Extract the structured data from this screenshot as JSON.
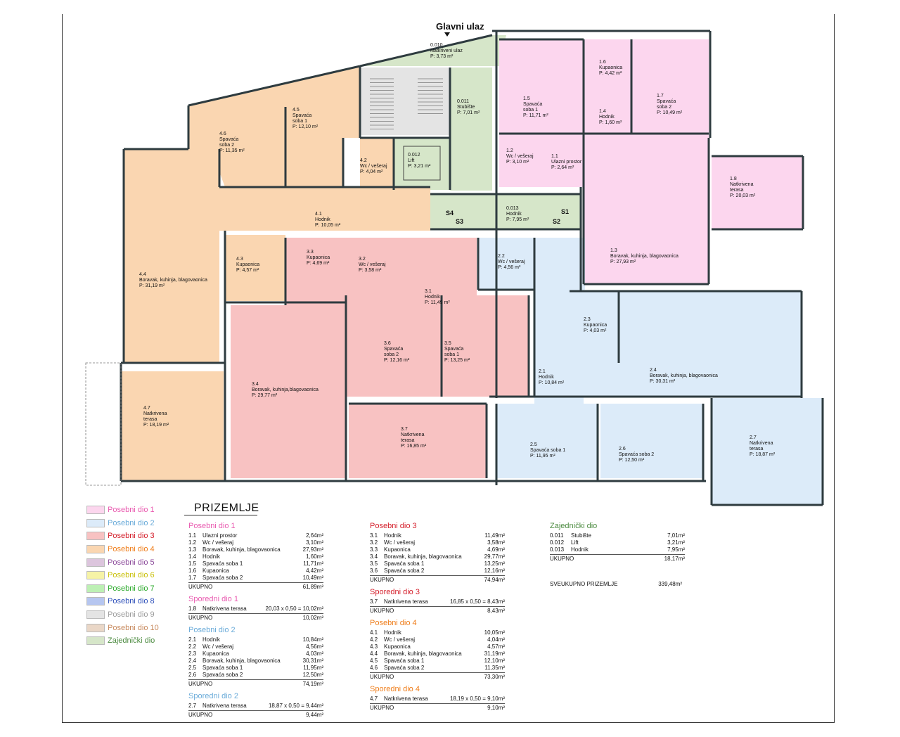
{
  "colors": {
    "pd1": "#fcd6ee",
    "pd2": "#dcebf9",
    "pd3": "#f8c2c2",
    "pd4": "#fad6b1",
    "pd5": "#dcc5dd",
    "pd6": "#f6f3a6",
    "pd7": "#bdf0b4",
    "pd8": "#b6c6f0",
    "pd9": "#e4e4e4",
    "pd10": "#ead7c7",
    "zaj": "#d6e6c9",
    "text1": "#e95bb0",
    "text2": "#6aabd9",
    "text3": "#d41e2a",
    "text4": "#ef7d1a",
    "text5": "#8b4a9a",
    "text6": "#c9c00a",
    "text7": "#2aa92a",
    "text8": "#2d4fb9",
    "text9": "#9b9b9b",
    "text10": "#c88a5e",
    "textzaj": "#4c8b40"
  },
  "plan": {
    "entrance_label": "Glavni ulaz",
    "rooms": [
      {
        "lines": [
          "0.010",
          "Natkriveni ulaz",
          "P: 3,73 m²"
        ]
      },
      {
        "lines": [
          "0.011",
          "Stubište",
          "P: 7,01 m²"
        ]
      },
      {
        "lines": [
          "0.012",
          "Lift",
          "P: 3,21 m²"
        ]
      },
      {
        "lines": [
          "0.013",
          "Hodnik",
          "P: 7,95 m²"
        ]
      },
      {
        "lines": [
          "1.1",
          "Ulazni prostor",
          "P: 2,64 m²"
        ]
      },
      {
        "lines": [
          "1.2",
          "Wc / vešeraj",
          "P: 3,10 m²"
        ]
      },
      {
        "lines": [
          "1.3",
          "Boravak, kuhinja, blagovaonica",
          "P: 27,93 m²"
        ]
      },
      {
        "lines": [
          "1.4",
          "Hodnik",
          "P: 1,60 m²"
        ]
      },
      {
        "lines": [
          "1.5",
          "Spavaća",
          "soba 1",
          "P: 11,71 m²"
        ]
      },
      {
        "lines": [
          "1.6",
          "Kupaonica",
          "P: 4,42 m²"
        ]
      },
      {
        "lines": [
          "1.7",
          "Spavaća",
          "soba 2",
          "P: 10,49 m²"
        ]
      },
      {
        "lines": [
          "1.8",
          "Natkrivena",
          "terasa",
          "P: 20,03 m²"
        ]
      },
      {
        "lines": [
          "2.1",
          "Hodnik",
          "P: 10,84 m²"
        ]
      },
      {
        "lines": [
          "2.2",
          "Wc / vešeraj",
          "P: 4,56 m²"
        ]
      },
      {
        "lines": [
          "2.3",
          "Kupaonica",
          "P: 4,03 m²"
        ]
      },
      {
        "lines": [
          "2.4",
          "Boravak, kuhinja, blagovaonica",
          "P: 30,31 m²"
        ]
      },
      {
        "lines": [
          "2.5",
          "Spavaća soba 1",
          "P: 11,95 m²"
        ]
      },
      {
        "lines": [
          "2.6",
          "Spavaća soba 2",
          "P: 12,50 m²"
        ]
      },
      {
        "lines": [
          "2.7",
          "Natkrivena",
          "terasa",
          "P: 18,87 m²"
        ]
      },
      {
        "lines": [
          "3.1",
          "Hodnik",
          "P: 11,49 m²"
        ]
      },
      {
        "lines": [
          "3.2",
          "Wc / vešeraj",
          "P: 3,58 m²"
        ]
      },
      {
        "lines": [
          "3.3",
          "Kupaonica",
          "P: 4,69 m²"
        ]
      },
      {
        "lines": [
          "3.4",
          "Boravak, kuhinja,blagovaonica",
          "P: 29,77 m²"
        ]
      },
      {
        "lines": [
          "3.5",
          "Spavaća",
          "soba 1",
          "P: 13,25 m²"
        ]
      },
      {
        "lines": [
          "3.6",
          "Spavaća",
          "soba 2",
          "P: 12,16 m²"
        ]
      },
      {
        "lines": [
          "3.7",
          "Natkrivena",
          "terasa",
          "P: 16,85 m²"
        ]
      },
      {
        "lines": [
          "4.1",
          "Hodnik",
          "P: 10,05 m²"
        ]
      },
      {
        "lines": [
          "4.2",
          "Wc / vešeraj",
          "P: 4,04 m²"
        ]
      },
      {
        "lines": [
          "4.3",
          "Kupaonica",
          "P: 4,57 m²"
        ]
      },
      {
        "lines": [
          "4.4",
          "Boravak, kuhinja, blagovaonica",
          "P: 31,19 m²"
        ]
      },
      {
        "lines": [
          "4.5",
          "Spavaća",
          "soba 1",
          "P: 12,10 m²"
        ]
      },
      {
        "lines": [
          "4.6",
          "Spavaća",
          "soba 2",
          "P: 11,35 m²"
        ]
      },
      {
        "lines": [
          "4.7",
          "Natkrivena",
          "terasa",
          "P: 18,19 m²"
        ]
      }
    ],
    "marks": [
      "S1",
      "S2",
      "S3",
      "S4"
    ]
  },
  "legend": [
    {
      "label": "Posebni dio 1",
      "color": "#fcd6ee",
      "text": "#e95bb0"
    },
    {
      "label": "Posebni dio 2",
      "color": "#dcebf9",
      "text": "#6aabd9"
    },
    {
      "label": "Posebni dio 3",
      "color": "#f8c2c2",
      "text": "#d41e2a"
    },
    {
      "label": "Posebni dio 4",
      "color": "#fad6b1",
      "text": "#ef7d1a"
    },
    {
      "label": "Posebni dio 5",
      "color": "#dcc5dd",
      "text": "#8b4a9a"
    },
    {
      "label": "Posebni dio 6",
      "color": "#f6f3a6",
      "text": "#c9c00a"
    },
    {
      "label": "Posebni dio 7",
      "color": "#bdf0b4",
      "text": "#2aa92a"
    },
    {
      "label": "Posebni dio 8",
      "color": "#b6c6f0",
      "text": "#2d4fb9"
    },
    {
      "label": "Posebni dio 9",
      "color": "#e4e4e4",
      "text": "#9b9b9b"
    },
    {
      "label": "Posebni dio 10",
      "color": "#ead7c7",
      "text": "#c88a5e"
    },
    {
      "label": "Zajednički dio",
      "color": "#d6e6c9",
      "text": "#4c8b40"
    }
  ],
  "schedule": {
    "heading": "PRIZEMLJE",
    "columns": [
      [
        {
          "title": "Posebni dio 1",
          "color": "#e95bb0",
          "rows": [
            [
              "1.1",
              "Ulazni prostor",
              "2,64m²"
            ],
            [
              "1.2",
              "Wc / vešeraj",
              "3,10m²"
            ],
            [
              "1.3",
              "Boravak, kuhinja, blagovaonica",
              "27,93m²"
            ],
            [
              "1.4",
              "Hodnik",
              "1,60m²"
            ],
            [
              "1.5",
              "Spavaća soba 1",
              "11,71m²"
            ],
            [
              "1.6",
              "Kupaonica",
              "4,42m²"
            ],
            [
              "1.7",
              "Spavaća soba 2",
              "10,49m²"
            ]
          ],
          "total_label": "UKUPNO",
          "total": "61,89m²"
        },
        {
          "title": "Sporedni dio 1",
          "color": "#e95bb0",
          "rows": [
            [
              "1.8",
              "Natkrivena terasa",
              "20,03 x 0,50 = 10,02m²"
            ]
          ],
          "total_label": "UKUPNO",
          "total": "10,02m²"
        },
        {
          "title": "Posebni dio 2",
          "color": "#6aabd9",
          "rows": [
            [
              "2.1",
              "Hodnik",
              "10,84m²"
            ],
            [
              "2.2",
              "Wc / vešeraj",
              "4,56m²"
            ],
            [
              "2.3",
              "Kupaonica",
              "4,03m²"
            ],
            [
              "2.4",
              "Boravak, kuhinja, blagovaonica",
              "30,31m²"
            ],
            [
              "2.5",
              "Spavaća soba 1",
              "11,95m²"
            ],
            [
              "2.6",
              "Spavaća soba 2",
              "12,50m²"
            ]
          ],
          "total_label": "UKUPNO",
          "total": "74,19m²"
        },
        {
          "title": "Sporedni dio 2",
          "color": "#6aabd9",
          "rows": [
            [
              "2.7",
              "Natkrivena terasa",
              "18,87 x 0,50 = 9,44m²"
            ]
          ],
          "total_label": "UKUPNO",
          "total": "9,44m²"
        }
      ],
      [
        {
          "title": "Posebni dio 3",
          "color": "#d41e2a",
          "rows": [
            [
              "3.1",
              "Hodnik",
              "11,49m²"
            ],
            [
              "3.2",
              "Wc / vešeraj",
              "3,58m²"
            ],
            [
              "3.3",
              "Kupaonica",
              "4,69m²"
            ],
            [
              "3.4",
              "Boravak, kuhinja, blagovaonica",
              "29,77m²"
            ],
            [
              "3.5",
              "Spavaća soba 1",
              "13,25m²"
            ],
            [
              "3.6",
              "Spavaća soba 2",
              "12,16m²"
            ]
          ],
          "total_label": "UKUPNO",
          "total": "74,94m²"
        },
        {
          "title": "Sporedni dio 3",
          "color": "#d41e2a",
          "rows": [
            [
              "3.7",
              "Natkrivena terasa",
              "16,85 x 0,50 = 8,43m²"
            ]
          ],
          "total_label": "UKUPNO",
          "total": "8,43m²"
        },
        {
          "title": "Posebni dio 4",
          "color": "#ef7d1a",
          "rows": [
            [
              "4.1",
              "Hodnik",
              "10,05m²"
            ],
            [
              "4.2",
              "Wc / vešeraj",
              "4,04m²"
            ],
            [
              "4.3",
              "Kupaonica",
              "4,57m²"
            ],
            [
              "4.4",
              "Boravak, kuhinja, blagovaonica",
              "31,19m²"
            ],
            [
              "4.5",
              "Spavaća soba 1",
              "12,10m²"
            ],
            [
              "4.6",
              "Spavaća soba 2",
              "11,35m²"
            ]
          ],
          "total_label": "UKUPNO",
          "total": "73,30m²"
        },
        {
          "title": "Sporedni dio 4",
          "color": "#ef7d1a",
          "rows": [
            [
              "4.7",
              "Natkrivena terasa",
              "18,19 x 0,50 = 9,10m²"
            ]
          ],
          "total_label": "UKUPNO",
          "total": "9,10m²"
        }
      ],
      [
        {
          "title": "Zajednički dio",
          "color": "#4c8b40",
          "rows": [
            [
              "0.011",
              "Stubište",
              "7,01m²"
            ],
            [
              "0.012",
              "Lift",
              "3,21m²"
            ],
            [
              "0.013",
              "Hodnik",
              "7,95m²"
            ]
          ],
          "total_label": "UKUPNO",
          "total": "18,17m²"
        }
      ]
    ],
    "grand_total_label": "SVEUKUPNO PRIZEMLJE",
    "grand_total": "339,48m²"
  }
}
